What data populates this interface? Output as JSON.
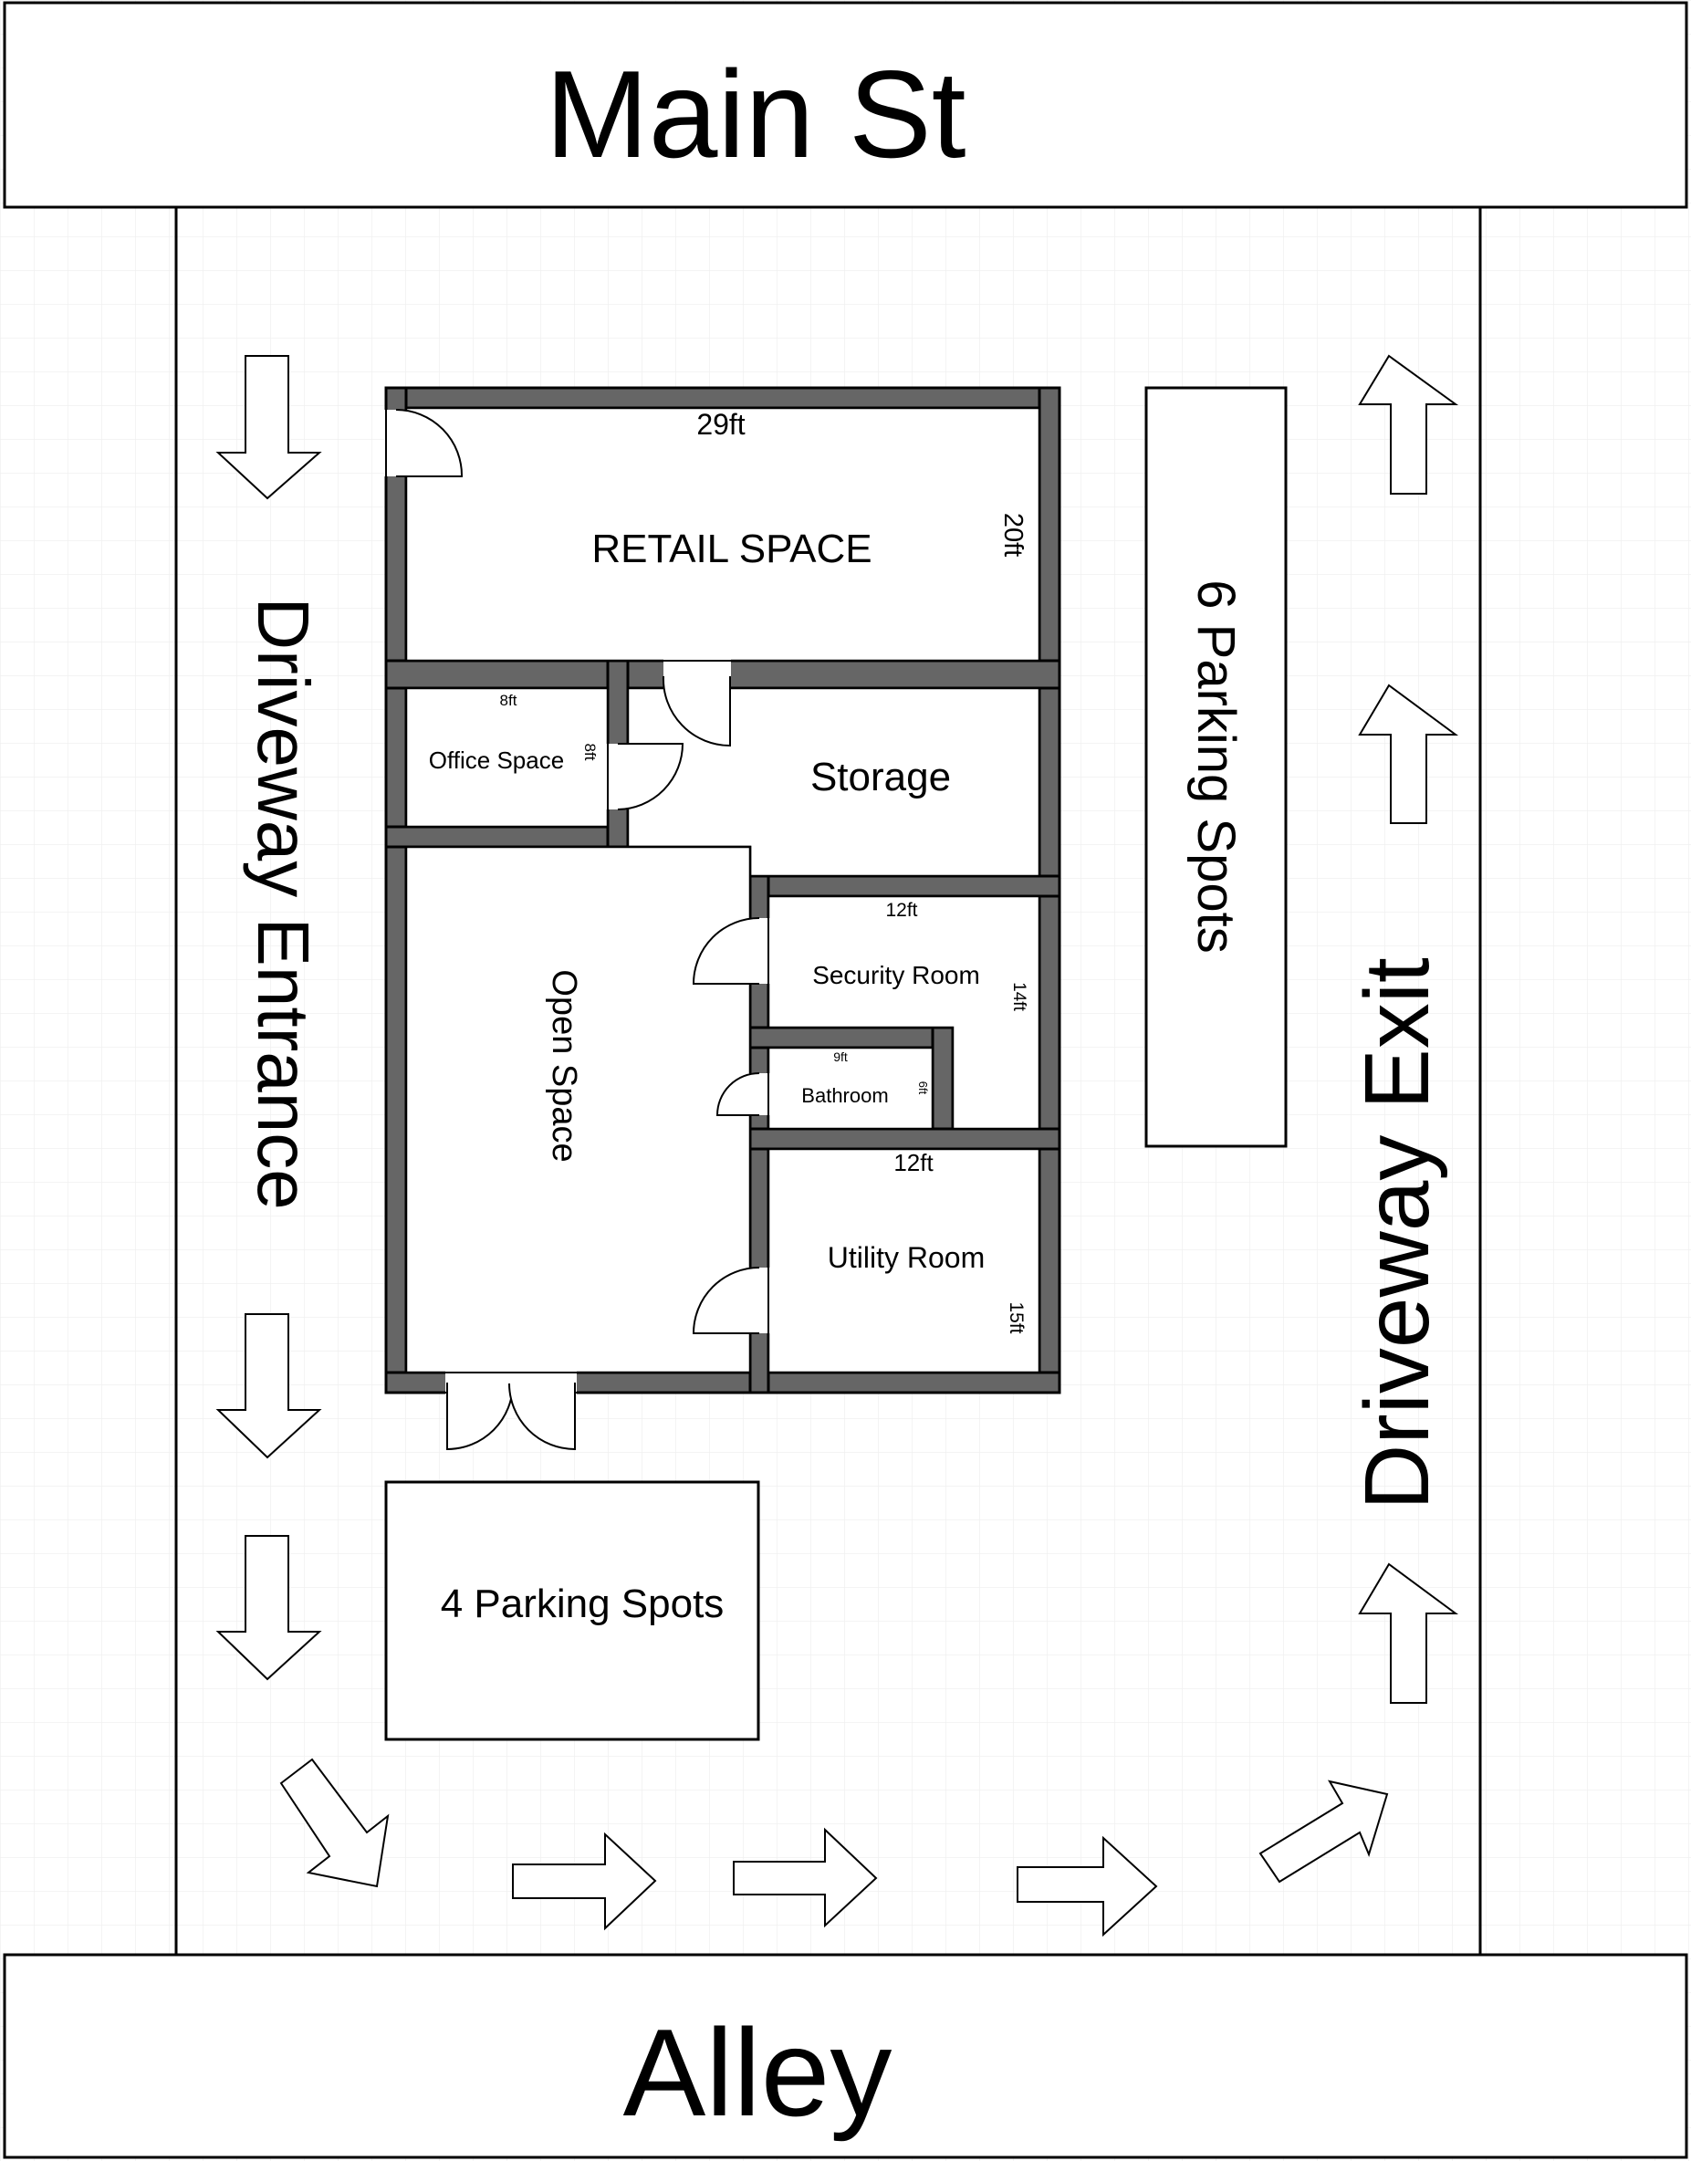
{
  "streets": {
    "top": "Main St",
    "bottom": "Alley"
  },
  "driveways": {
    "entrance": "Driveway Entrance",
    "exit": "Driveway Exit"
  },
  "parking": {
    "east": "6 Parking Spots",
    "south": "4 Parking Spots"
  },
  "rooms": {
    "retail": {
      "label": "RETAIL SPACE",
      "width": "29ft",
      "depth": "20ft"
    },
    "office": {
      "label": "Office Space",
      "width": "8ft",
      "depth": "8ft"
    },
    "storage": {
      "label": "Storage"
    },
    "open": {
      "label": "Open Space"
    },
    "security": {
      "label": "Security Room",
      "width": "12ft",
      "depth": "14ft"
    },
    "bathroom": {
      "label": "Bathroom",
      "width": "9ft",
      "depth": "6ft"
    },
    "utility": {
      "label": "Utility Room",
      "width": "12ft",
      "depth": "15ft"
    }
  },
  "colors": {
    "wall": "#666666",
    "line": "#000000",
    "grid": "#f0f0f0",
    "background": "#ffffff"
  },
  "icons": {
    "traffic_arrow": "hollow-arrow-icon",
    "door": "door-swing-icon"
  }
}
